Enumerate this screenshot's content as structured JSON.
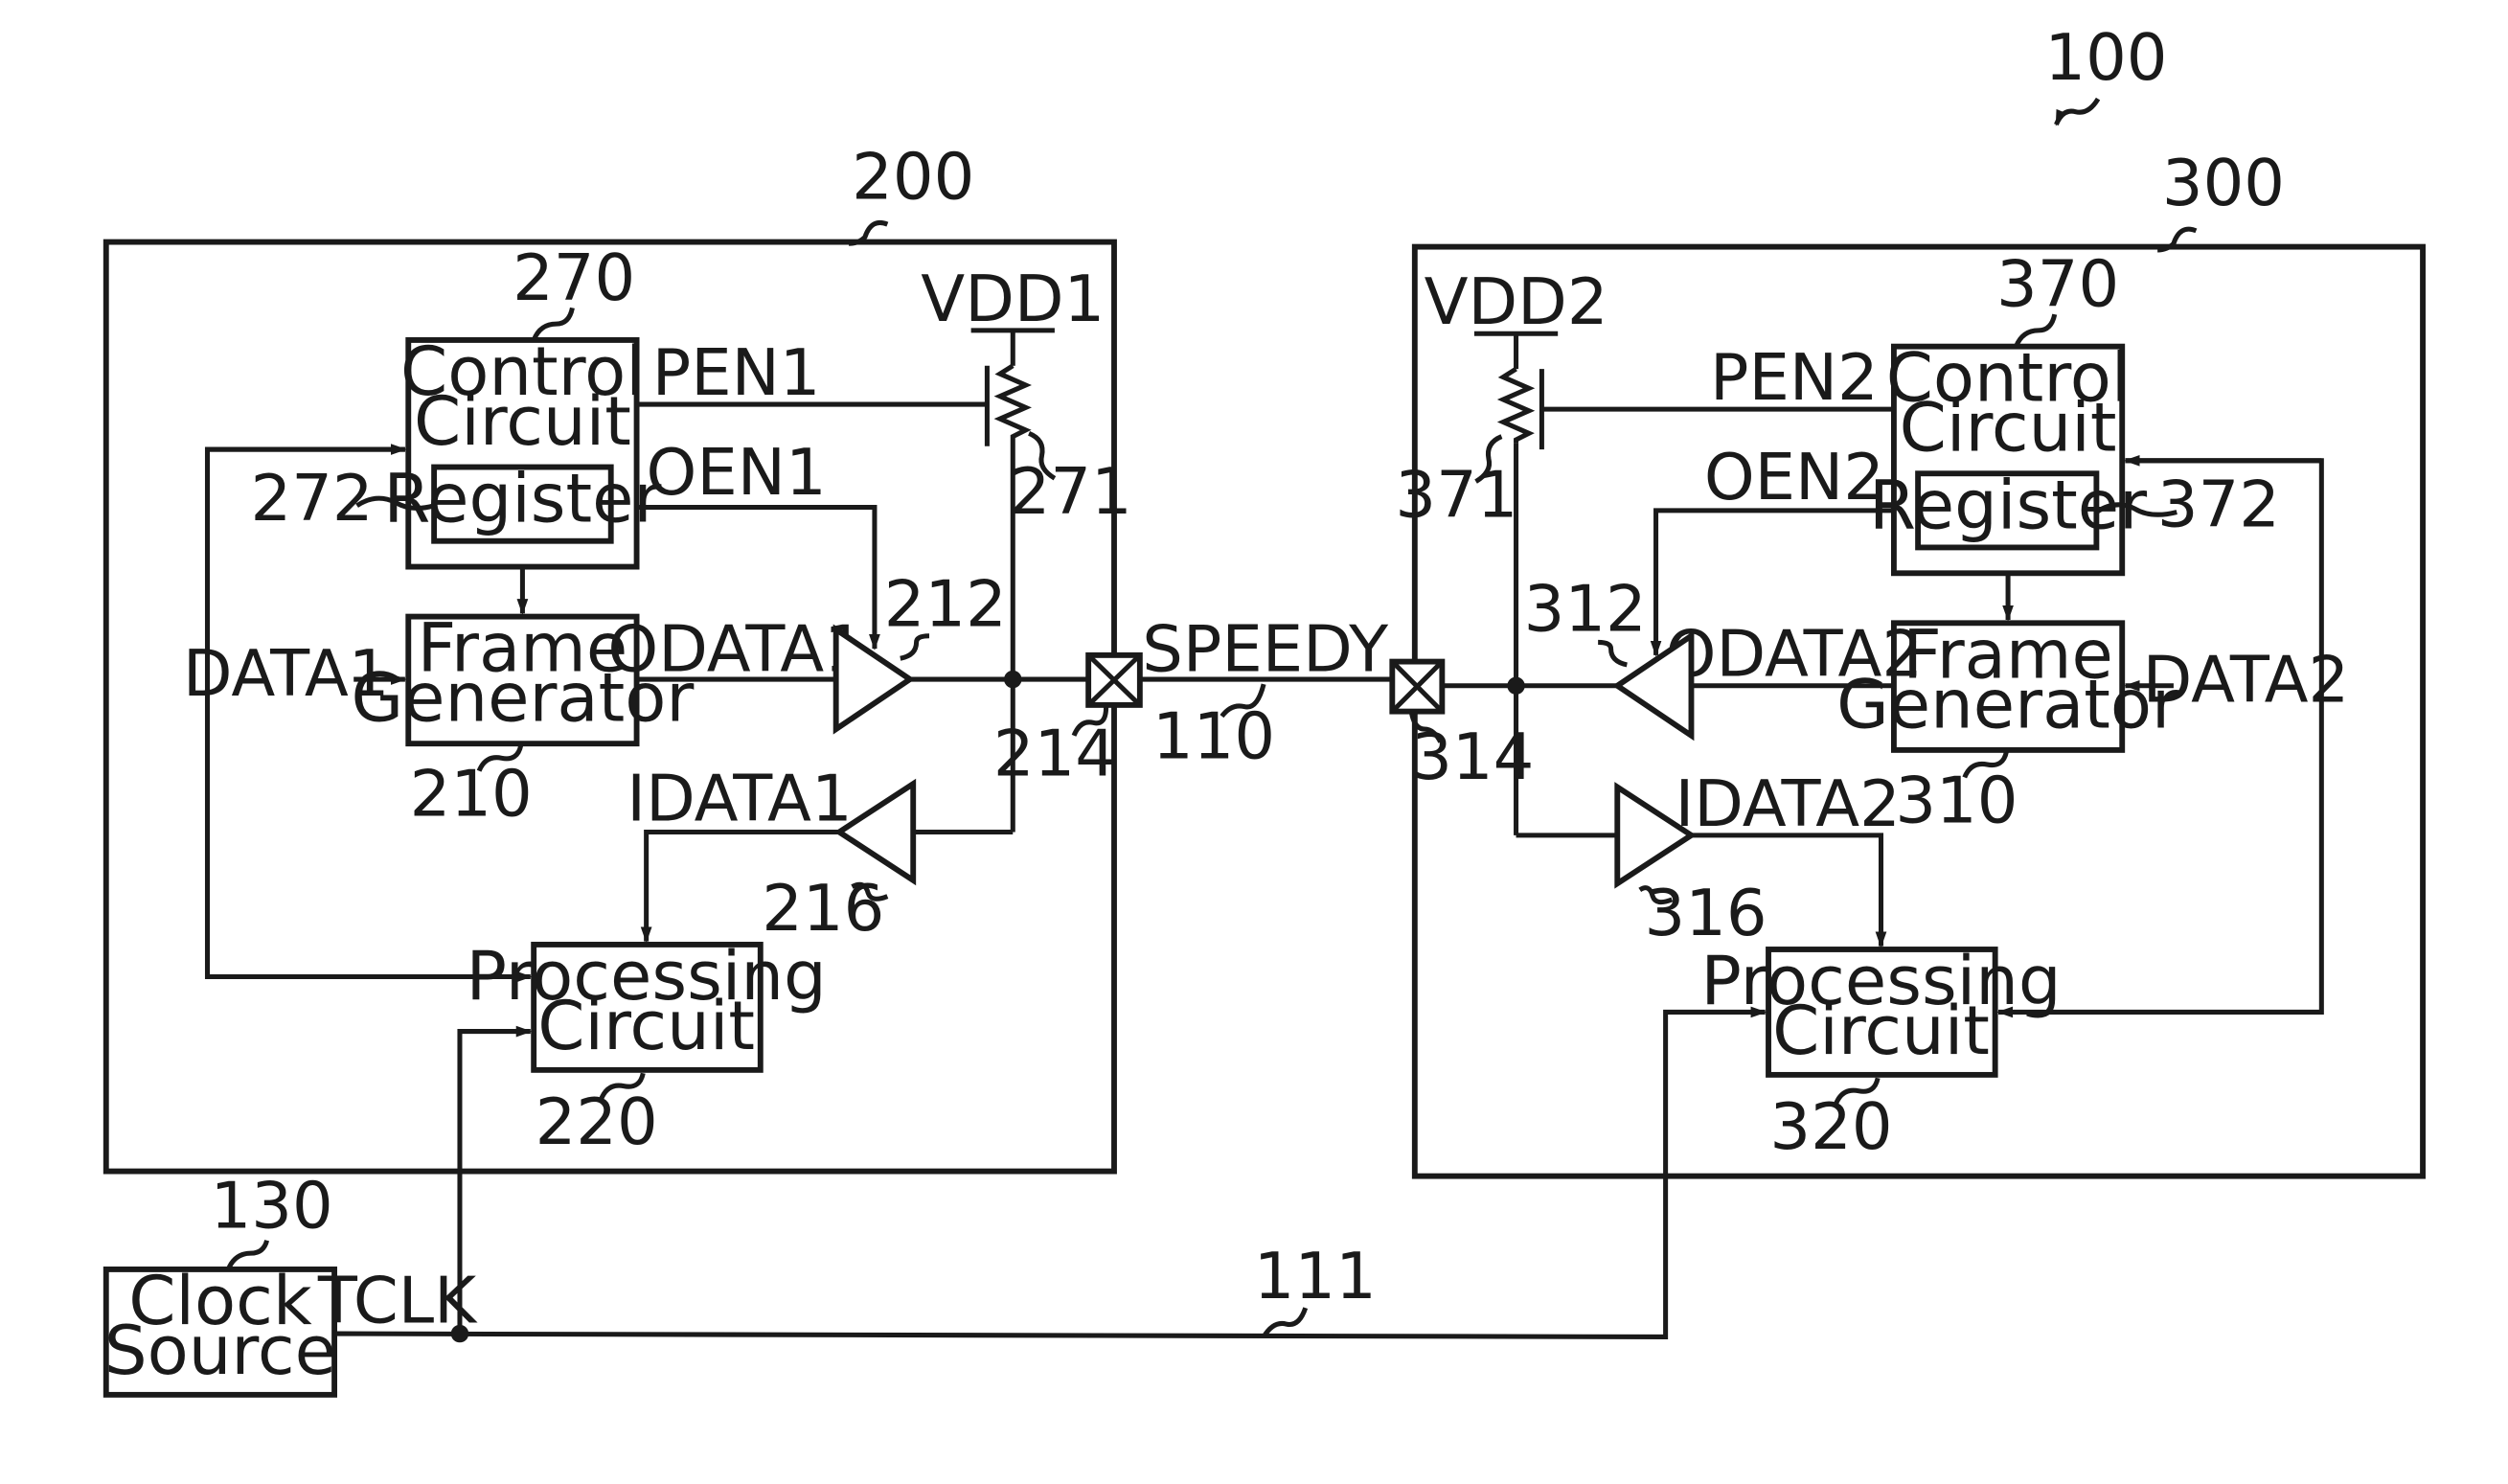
{
  "figure": {
    "system_ref": "100",
    "link_ref": "110",
    "link_label": "SPEEDY",
    "clock_line_ref": "111",
    "clock_source": {
      "ref": "130",
      "line1": "Clock",
      "line2": "Source",
      "signal": "TCLK"
    }
  },
  "device1": {
    "ref": "200",
    "control": {
      "ref": "270",
      "line1": "Control",
      "line2": "Circuit"
    },
    "register": {
      "ref": "272",
      "label": "Register"
    },
    "frame_gen": {
      "ref": "210",
      "line1": "Frame",
      "line2": "Generator"
    },
    "processing": {
      "ref": "220",
      "line1": "Processing",
      "line2": "Circuit"
    },
    "supply": "VDD1",
    "pull_enable": "PEN1",
    "output_enable": "OEN1",
    "out_data": "ODATA1",
    "in_data": "IDATA1",
    "data_in": "DATA1",
    "resistor_ref": "271",
    "out_buffer_ref": "212",
    "pad_ref": "214",
    "in_buffer_ref": "216"
  },
  "device2": {
    "ref": "300",
    "control": {
      "ref": "370",
      "line1": "Control",
      "line2": "Circuit"
    },
    "register": {
      "ref": "372",
      "label": "Register"
    },
    "frame_gen": {
      "ref": "310",
      "line1": "Frame",
      "line2": "Generator"
    },
    "processing": {
      "ref": "320",
      "line1": "Processing",
      "line2": "Circuit"
    },
    "supply": "VDD2",
    "pull_enable": "PEN2",
    "output_enable": "OEN2",
    "out_data": "ODATA2",
    "in_data": "IDATA2",
    "data_in": "DATA2",
    "resistor_ref": "371",
    "out_buffer_ref": "312",
    "pad_ref": "314",
    "in_buffer_ref": "316"
  }
}
